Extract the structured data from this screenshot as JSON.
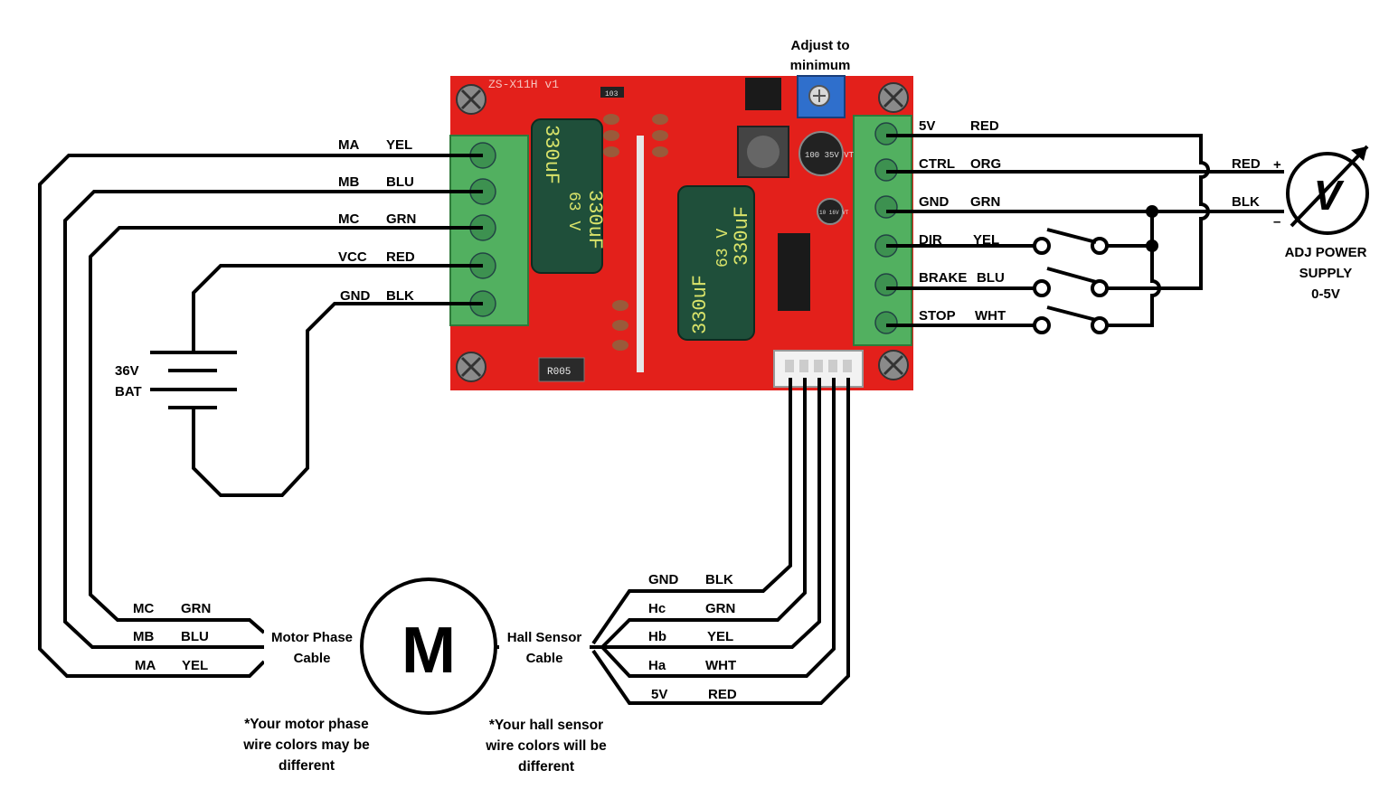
{
  "board": {
    "name": "ZS-X11H v1",
    "cap_label": "330uF",
    "cap_voltage": "63 V",
    "small_cap_1": "100 35V VT",
    "small_cap_2": "10 16V VT",
    "resistor": "R005",
    "smd_code": "103"
  },
  "adjust_note": [
    "Adjust to",
    "minimum"
  ],
  "motor_terminals": [
    {
      "name": "MA",
      "color": "YEL"
    },
    {
      "name": "MB",
      "color": "BLU"
    },
    {
      "name": "MC",
      "color": "GRN"
    },
    {
      "name": "VCC",
      "color": "RED"
    },
    {
      "name": "GND",
      "color": "BLK"
    }
  ],
  "control_terminals": [
    {
      "name": "5V",
      "color": "RED"
    },
    {
      "name": "CTRL",
      "color": "ORG"
    },
    {
      "name": "GND",
      "color": "GRN"
    },
    {
      "name": "DIR",
      "color": "YEL"
    },
    {
      "name": "BRAKE",
      "color": "BLU"
    },
    {
      "name": "STOP",
      "color": "WHT"
    }
  ],
  "battery": {
    "voltage": "36V",
    "label": "BAT"
  },
  "power_supply": {
    "red_label": "RED",
    "blk_label": "BLK",
    "plus": "+",
    "minus": "–",
    "symbol": "V",
    "caption": [
      "ADJ POWER",
      "SUPPLY",
      "0-5V"
    ]
  },
  "motor": {
    "symbol": "M"
  },
  "motor_phase_cable": {
    "title": [
      "Motor Phase",
      "Cable"
    ],
    "wires": [
      {
        "name": "MC",
        "color": "GRN"
      },
      {
        "name": "MB",
        "color": "BLU"
      },
      {
        "name": "MA",
        "color": "YEL"
      }
    ],
    "note": [
      "*Your motor phase",
      "wire colors may be",
      "different"
    ]
  },
  "hall_sensor_cable": {
    "title": [
      "Hall Sensor",
      "Cable"
    ],
    "wires": [
      {
        "name": "GND",
        "color": "BLK"
      },
      {
        "name": "Hc",
        "color": "GRN"
      },
      {
        "name": "Hb",
        "color": "YEL"
      },
      {
        "name": "Ha",
        "color": "WHT"
      },
      {
        "name": "5V",
        "color": "RED"
      }
    ],
    "note": [
      "*Your hall sensor",
      "wire colors will be",
      "different"
    ]
  },
  "colors": {
    "pcb": "#e3201b",
    "terminal": "#52b060",
    "capacitor": "#1f4f3a",
    "wire": "#000000"
  }
}
